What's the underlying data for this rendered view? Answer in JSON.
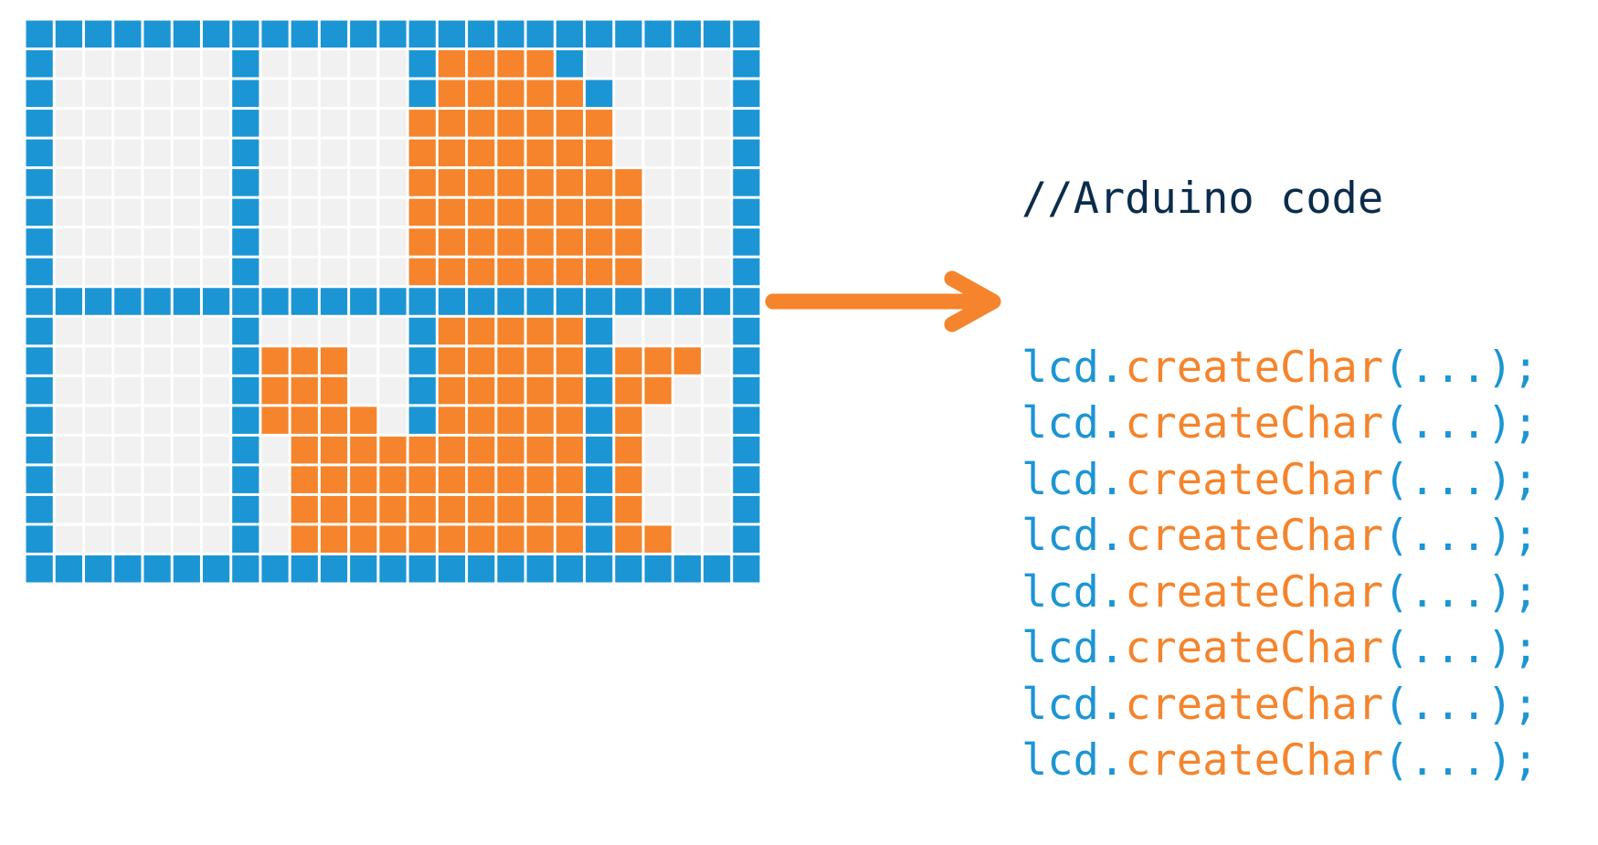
{
  "colors": {
    "blue": "#1c95d4",
    "orange": "#f5842c",
    "empty": "#f1f1f1",
    "comment": "#0b2d4b"
  },
  "grid": {
    "rows": [
      "BBBBBBBBBBBBBBBBBBBBBBBBB",
      "B......B.....BOOOOB.....B",
      "B......B.....BOOOOOB....B",
      "B......B.....OOOOOOO....B",
      "B......B.....OOOOOOO....B",
      "B......B.....OOOOOOOO...B",
      "B......B.....OOOOOOOO...B",
      "B......B.....OOOOOOOO...B",
      "B......B.....OOOOOOOO...B",
      "BBBBBBBBBBBBBBBBBBBBBBBBB",
      "B......B.....BOOOOOB....B",
      "B......BOOO..BOOOOOBOOO.B",
      "B......BOOO..BOOOOOBOO..B",
      "B......BOOOO.BOOOOOBO...B",
      "B......B.OOOOOOOOOOBO...B",
      "B......B.OOOOOOOOOOBO...B",
      "B......B.OOOOOOOOOOBO...B",
      "B......B.OOOOOOOOOOBOO..B",
      "BBBBBBBBBBBBBBBBBBBBBBBBB"
    ]
  },
  "code": {
    "comment": "//Arduino code",
    "lines": [
      {
        "obj": "lcd",
        "dot": ".",
        "fn": "createChar",
        "args": "(...);"
      },
      {
        "obj": "lcd",
        "dot": ".",
        "fn": "createChar",
        "args": "(...);"
      },
      {
        "obj": "lcd",
        "dot": ".",
        "fn": "createChar",
        "args": "(...);"
      },
      {
        "obj": "lcd",
        "dot": ".",
        "fn": "createChar",
        "args": "(...);"
      },
      {
        "obj": "lcd",
        "dot": ".",
        "fn": "createChar",
        "args": "(...);"
      },
      {
        "obj": "lcd",
        "dot": ".",
        "fn": "createChar",
        "args": "(...);"
      },
      {
        "obj": "lcd",
        "dot": ".",
        "fn": "createChar",
        "args": "(...);"
      },
      {
        "obj": "lcd",
        "dot": ".",
        "fn": "createChar",
        "args": "(...);"
      }
    ]
  }
}
